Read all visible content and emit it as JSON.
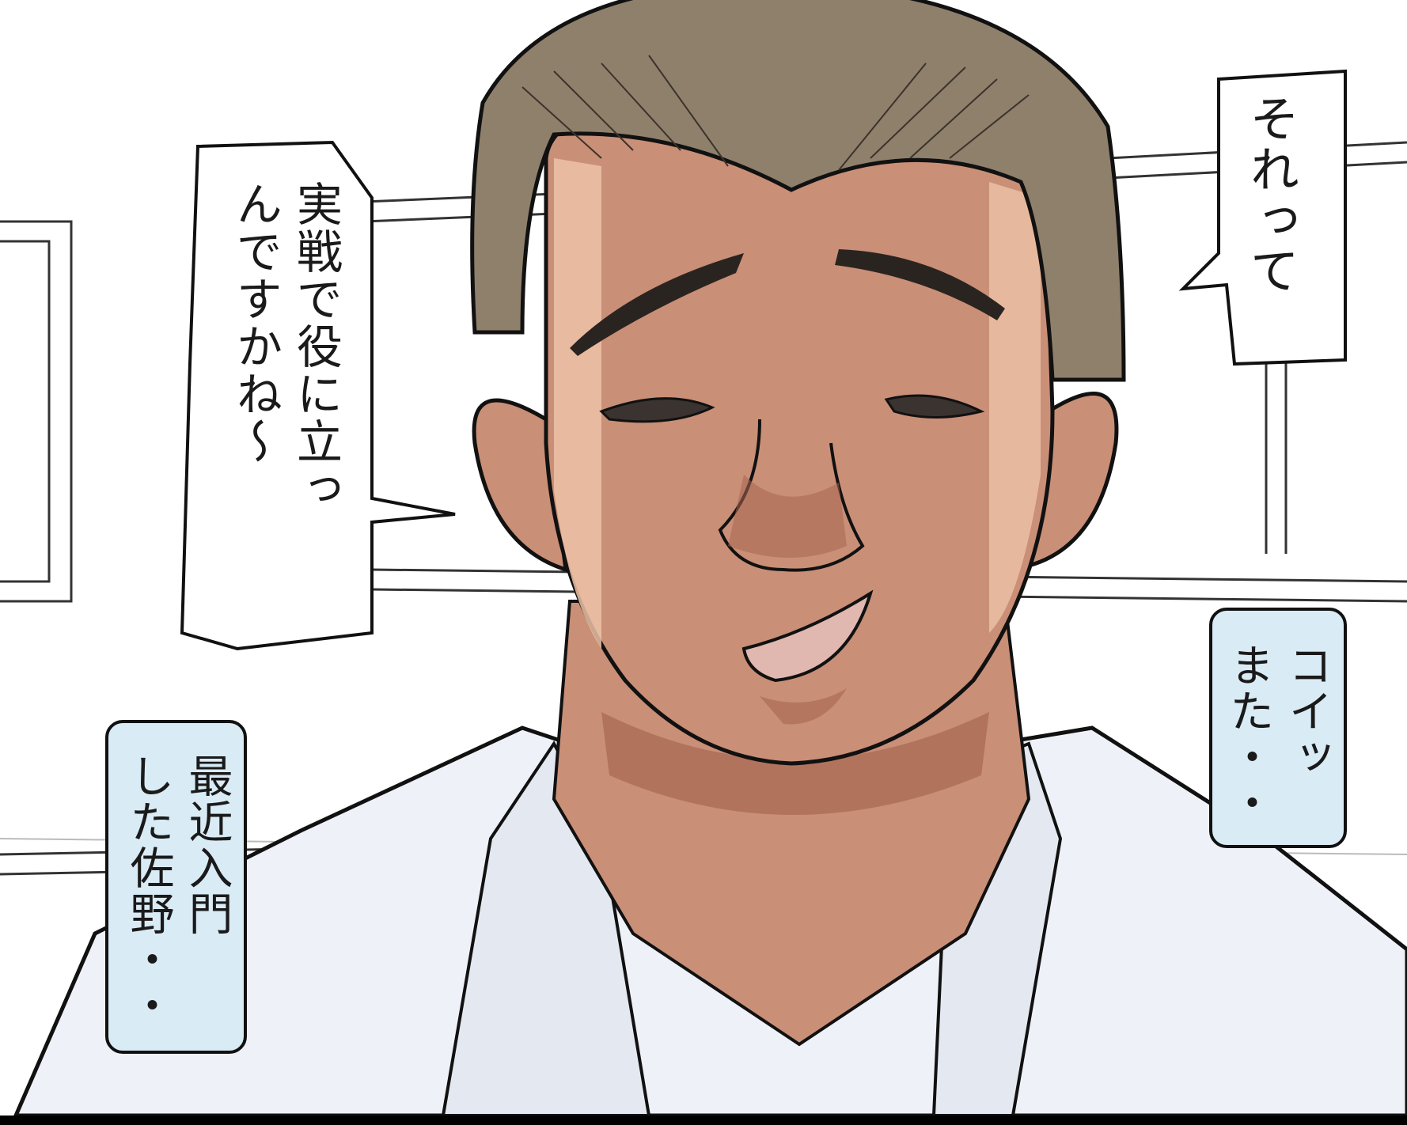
{
  "panel": {
    "bubble_right": {
      "text": "それって"
    },
    "bubble_left": {
      "text": "実戦で役に立っ\nんですかね～"
    },
    "caption_right": {
      "text": "コイッ\nまた・・"
    },
    "caption_left": {
      "text": "最近入門\nした佐野・・"
    }
  },
  "colors": {
    "skin": "#c98f77",
    "skin_shadow": "#a86652",
    "skin_light": "#edc3a8",
    "hair": "#8f806c",
    "gi": "#eef1f7",
    "caption_fill": "#d9ebf5"
  }
}
